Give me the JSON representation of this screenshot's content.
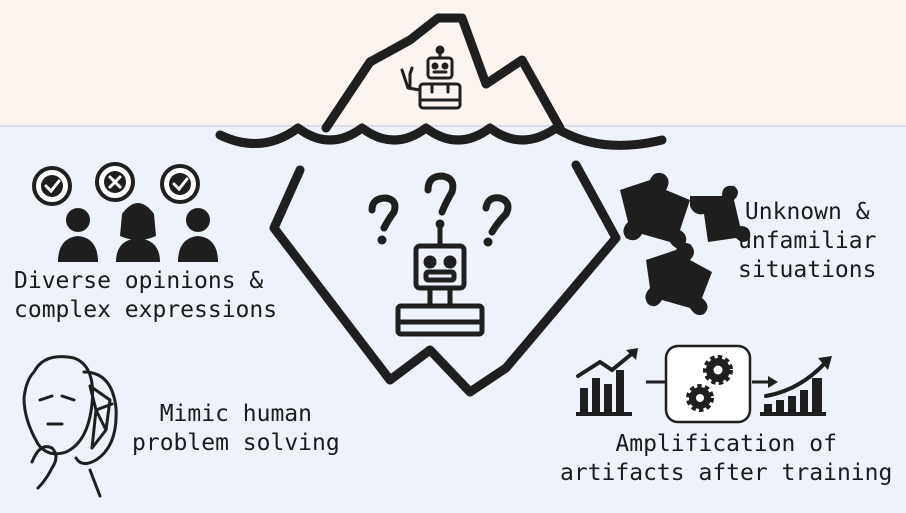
{
  "colors": {
    "sky": "#fbf4ef",
    "water": "#eef2fa",
    "ink": "#1f1f1f"
  },
  "labels": {
    "opinions": [
      "Diverse opinions &",
      "complex expressions"
    ],
    "mimic": [
      "Mimic human",
      "problem solving"
    ],
    "unknown": [
      "Unknown &",
      "unfamiliar",
      "situations"
    ],
    "amplification": [
      "Amplification of",
      "artifacts after training"
    ]
  },
  "icons": {
    "surface_robot": "robot-peace-sign-icon",
    "underwater_robot": "confused-robot-icon",
    "question_marks": "question-mark-icon",
    "people": "person-icon",
    "check": "check-bubble-icon",
    "cross": "cross-bubble-icon",
    "mask": "face-mask-icon",
    "puzzle": "puzzle-piece-icon",
    "bars": "bar-chart-growth-icon",
    "gears": "gears-icon"
  }
}
